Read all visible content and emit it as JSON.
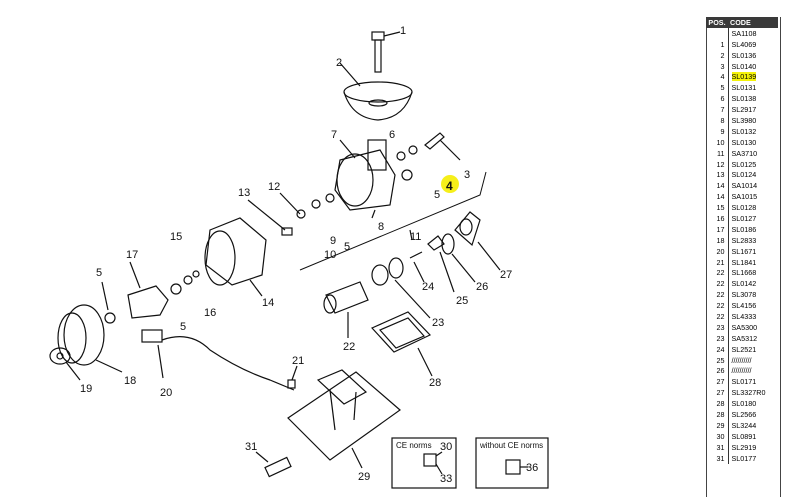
{
  "table": {
    "headers": {
      "pos": "POS.",
      "code": "CODE"
    },
    "rows": [
      {
        "pos": "",
        "code": "SA1108"
      },
      {
        "pos": "1",
        "code": "SL4069"
      },
      {
        "pos": "2",
        "code": "SL0136"
      },
      {
        "pos": "3",
        "code": "SL0140"
      },
      {
        "pos": "4",
        "code": "SL0139",
        "highlight": true
      },
      {
        "pos": "5",
        "code": "SL0131"
      },
      {
        "pos": "6",
        "code": "SL0138"
      },
      {
        "pos": "7",
        "code": "SL2917"
      },
      {
        "pos": "8",
        "code": "SL3980"
      },
      {
        "pos": "9",
        "code": "SL0132"
      },
      {
        "pos": "10",
        "code": "SL0130"
      },
      {
        "pos": "11",
        "code": "SA3710"
      },
      {
        "pos": "12",
        "code": "SL0125"
      },
      {
        "pos": "13",
        "code": "SL0124"
      },
      {
        "pos": "14",
        "code": "SA1014"
      },
      {
        "pos": "14",
        "code": "SA1015"
      },
      {
        "pos": "15",
        "code": "SL0128"
      },
      {
        "pos": "16",
        "code": "SL0127"
      },
      {
        "pos": "17",
        "code": "SL0186"
      },
      {
        "pos": "18",
        "code": "SL2833"
      },
      {
        "pos": "20",
        "code": "SL1671"
      },
      {
        "pos": "21",
        "code": "SL1841"
      },
      {
        "pos": "22",
        "code": "SL1668"
      },
      {
        "pos": "22",
        "code": "SL0142"
      },
      {
        "pos": "22",
        "code": "SL3078"
      },
      {
        "pos": "22",
        "code": "SL4156"
      },
      {
        "pos": "22",
        "code": "SL4333"
      },
      {
        "pos": "23",
        "code": "SA5300"
      },
      {
        "pos": "23",
        "code": "SA5312"
      },
      {
        "pos": "24",
        "code": "SL2521"
      },
      {
        "pos": "25",
        "code": "//////////"
      },
      {
        "pos": "26",
        "code": "//////////"
      },
      {
        "pos": "27",
        "code": "SL0171"
      },
      {
        "pos": "27",
        "code": "SL3327R0"
      },
      {
        "pos": "28",
        "code": "SL0180"
      },
      {
        "pos": "28",
        "code": "SL2566"
      },
      {
        "pos": "29",
        "code": "SL3244"
      },
      {
        "pos": "30",
        "code": "SL0891"
      },
      {
        "pos": "31",
        "code": "SL2919"
      },
      {
        "pos": "31",
        "code": "SL0177"
      }
    ]
  },
  "diagram": {
    "labels": [
      "1",
      "2",
      "3",
      "4",
      "5",
      "6",
      "7",
      "8",
      "9",
      "10",
      "11",
      "12",
      "13",
      "14",
      "15",
      "16",
      "17",
      "5",
      "5",
      "18",
      "19",
      "20",
      "21",
      "22",
      "23",
      "24",
      "25",
      "26",
      "27",
      "28",
      "29",
      "30",
      "31",
      "33",
      "36",
      "5"
    ],
    "highlight_label": "4",
    "box_ce": {
      "title": "CE norms",
      "a": "30",
      "b": "33"
    },
    "box_noce": {
      "title": "without CE norms",
      "a": "36"
    }
  },
  "colors": {
    "highlight": "#f4f30a",
    "header_bg": "#3a3a3a"
  }
}
